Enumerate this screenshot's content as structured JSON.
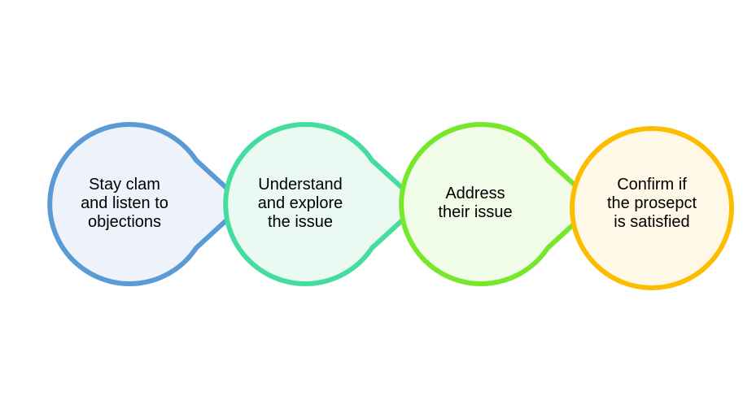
{
  "process": {
    "steps": [
      {
        "text": "Stay clam\nand listen to\nobjections",
        "stroke": "#5b9bd5",
        "fill": "#eef3fb"
      },
      {
        "text": "Understand\nand explore\nthe issue",
        "stroke": "#44dc9f",
        "fill": "#eaf9f2"
      },
      {
        "text": "Address\ntheir issue",
        "stroke": "#76e72a",
        "fill": "#f0fbe8"
      },
      {
        "text": "Confirm if\nthe prosepct\nis satisfied",
        "stroke": "#fbbd00",
        "fill": "#fff8e6"
      }
    ]
  }
}
